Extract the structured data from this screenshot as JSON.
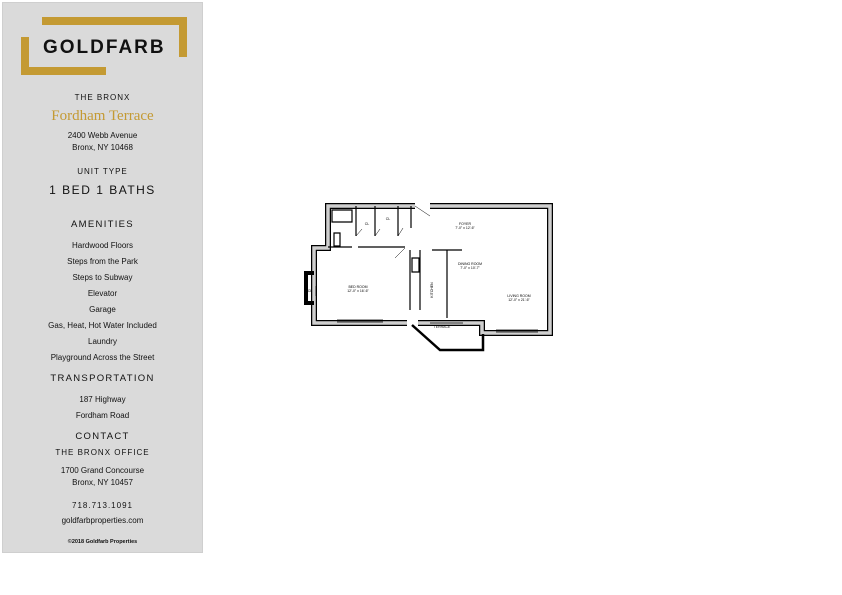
{
  "brand": {
    "logo_text": "GOLDFARB",
    "accent": "#c49a33"
  },
  "property": {
    "area": "THE BRONX",
    "name": "Fordham Terrace",
    "address_line1": "2400 Webb Avenue",
    "address_line2": "Bronx, NY 10468"
  },
  "unit": {
    "label": "UNIT TYPE",
    "value": "1 BED 1 BATHS"
  },
  "amenities": {
    "heading": "AMENITIES",
    "items": [
      "Hardwood Floors",
      "Steps from the Park",
      "Steps to Subway",
      "Elevator",
      "Garage",
      "Gas, Heat, Hot Water Included",
      "Laundry",
      "Playground Across the Street"
    ]
  },
  "transportation": {
    "heading": "TRANSPORTATION",
    "items": [
      "187 Highway",
      "Fordham Road"
    ]
  },
  "contact": {
    "heading": "CONTACT",
    "office": "THE BRONX OFFICE",
    "address_line1": "1700 Grand Concourse",
    "address_line2": "Bronx, NY 10457",
    "phone": "718.713.1091",
    "website": "goldfarbproperties.com",
    "copyright": "©2018 Goldfarb Properties"
  },
  "floorplan": {
    "rooms": [
      {
        "name": "FOYER",
        "dims": "7'-0\" x 12'-6\""
      },
      {
        "name": "DINING ROOM",
        "dims": "7'-0\" x 10'-7\""
      },
      {
        "name": "LIVING ROOM",
        "dims": "12'-0\" x 21'-6\""
      },
      {
        "name": "BED ROOM",
        "dims": "12'-0\" x 16'-6\""
      },
      {
        "name": "KITCHEN",
        "dims": ""
      },
      {
        "name": "TERRACE",
        "dims": ""
      }
    ],
    "closet_label": "CL"
  }
}
